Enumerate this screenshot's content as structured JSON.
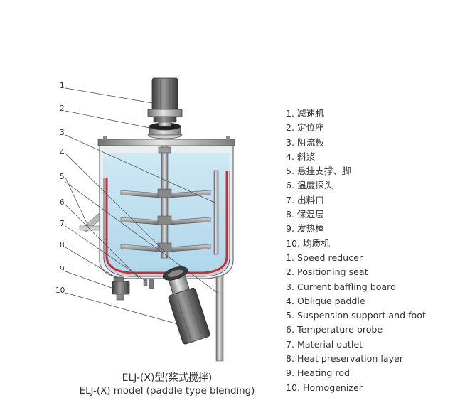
{
  "callout_numbers": [
    "1",
    "2",
    "3",
    "4",
    "5",
    "6",
    "7",
    "8",
    "9",
    "10"
  ],
  "legend": [
    {
      "num": "1.",
      "text": "减速机"
    },
    {
      "num": "2.",
      "text": "定位座"
    },
    {
      "num": "3.",
      "text": "阻流板"
    },
    {
      "num": "4.",
      "text": "斜浆"
    },
    {
      "num": "5.",
      "text": "悬挂支撑、脚"
    },
    {
      "num": "6.",
      "text": "温度探头"
    },
    {
      "num": "7.",
      "text": "出料口"
    },
    {
      "num": "8.",
      "text": "保温层"
    },
    {
      "num": "9.",
      "text": "发热棒"
    },
    {
      "num": "10.",
      "text": "均质机"
    },
    {
      "num": "1.",
      "text": "Speed reducer"
    },
    {
      "num": "2.",
      "text": "Positioning seat"
    },
    {
      "num": "3.",
      "text": "Current baffling board"
    },
    {
      "num": "4.",
      "text": "Oblique paddle"
    },
    {
      "num": "5.",
      "text": "Suspension support and foot"
    },
    {
      "num": "6.",
      "text": "Temperature probe"
    },
    {
      "num": "7.",
      "text": "Material outlet"
    },
    {
      "num": "8.",
      "text": "Heat preservation layer"
    },
    {
      "num": "9.",
      "text": "Heating rod"
    },
    {
      "num": "10.",
      "text": "Homogenizer"
    }
  ],
  "caption": {
    "chinese": "ELJ-(X)型(桨式搅拌)",
    "english": "ELJ-(X) model (paddle type blending)"
  },
  "colors": {
    "liquid": "#bfe0ef",
    "heat_layer": "#d32b2b",
    "steel": "#8a8a8a",
    "line": "#333333"
  }
}
